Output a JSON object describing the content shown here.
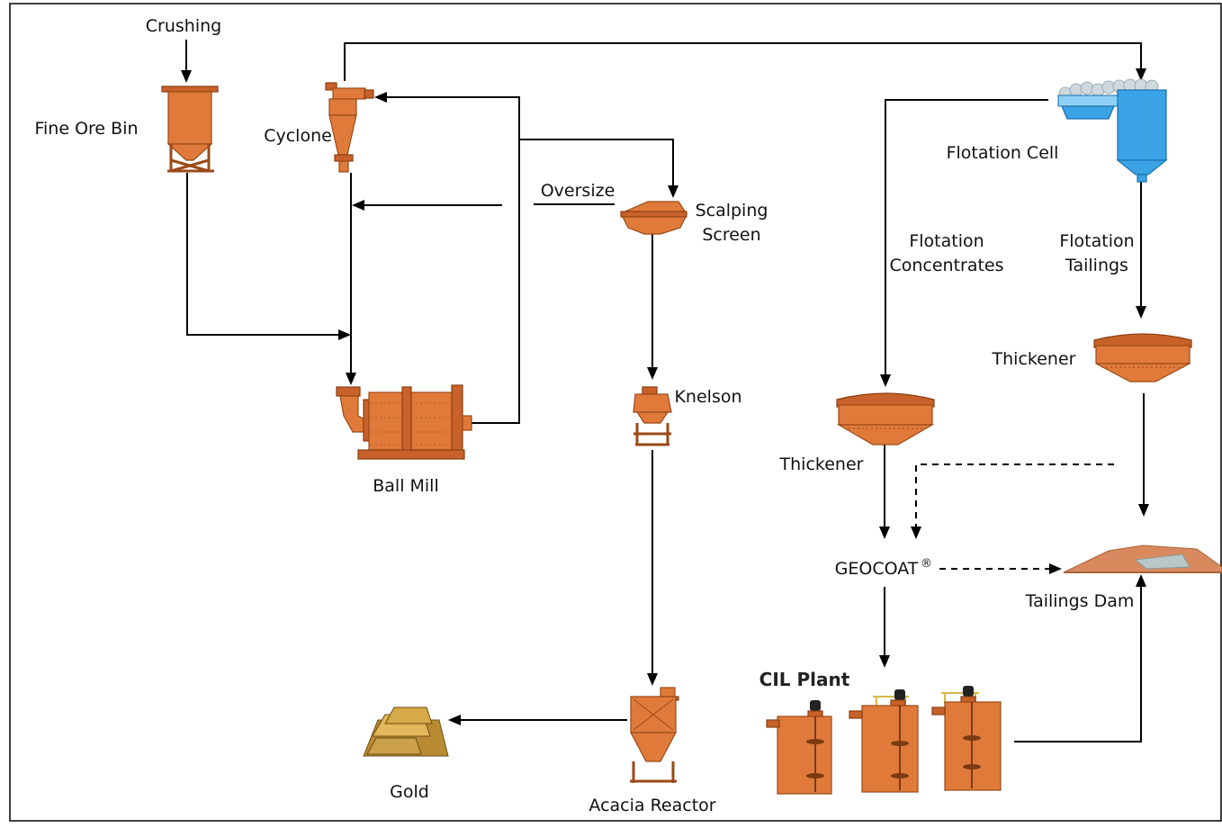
{
  "labels": {
    "crushing": "Crushing",
    "fine_ore_bin": "Fine Ore Bin",
    "cyclone": "Cyclone",
    "oversize": "Oversize",
    "scalping_screen_1": "Scalping",
    "scalping_screen_2": "Screen",
    "ball_mill": "Ball Mill",
    "knelson": "Knelson",
    "acacia_reactor": "Acacia Reactor",
    "gold": "Gold",
    "flotation_cell": "Flotation Cell",
    "flotation_concentrates_1": "Flotation",
    "flotation_concentrates_2": "Concentrates",
    "flotation_tailings_1": "Flotation",
    "flotation_tailings_2": "Tailings",
    "thickener_right": "Thickener",
    "thickener_left": "Thickener",
    "geocoat": "GEOCOAT",
    "geocoat_mark": "®",
    "tailings_dam": "Tailings Dam",
    "cil_plant": "CIL Plant"
  },
  "colors": {
    "equipment": "#e07a3a",
    "equipment_dark": "#c8622a",
    "flotation_cell": "#3aa3e6",
    "gold": "#c9a24a",
    "line": "#000000"
  },
  "icons": [
    "fine-ore-bin-icon",
    "cyclone-icon",
    "scalping-screen-icon",
    "ball-mill-icon",
    "knelson-icon",
    "acacia-reactor-icon",
    "gold-bars-icon",
    "flotation-cell-icon",
    "thickener-icon",
    "tailings-dam-icon",
    "cil-tank-icon"
  ]
}
